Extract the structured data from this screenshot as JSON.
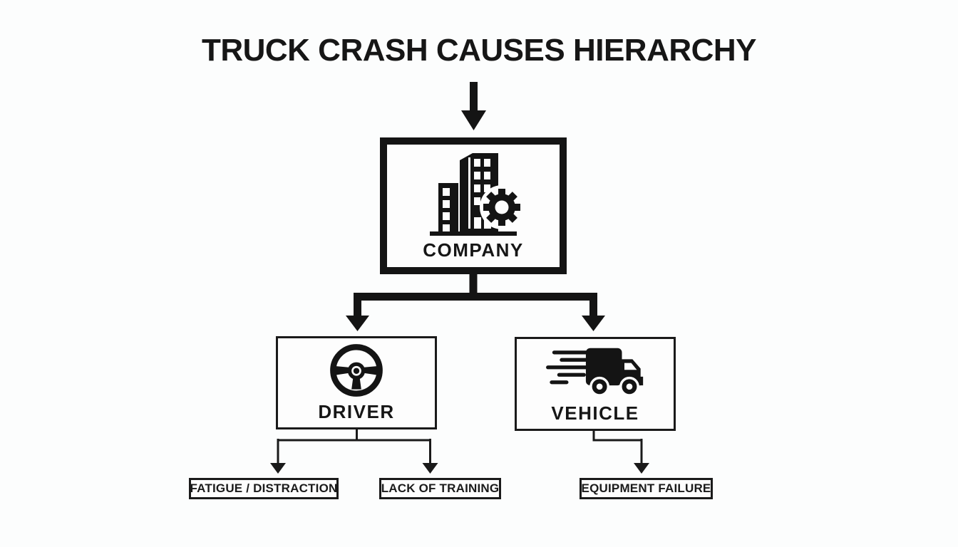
{
  "page": {
    "background_color": "#fcfdfd",
    "ink_color": "#141414"
  },
  "diagram": {
    "title": "TRUCK CRASH CAUSES HIERARCHY",
    "root": {
      "label": "COMPANY",
      "icon": "building-gear-icon"
    },
    "children": [
      {
        "label": "DRIVER",
        "icon": "steering-wheel-icon",
        "leaves": [
          "FATIGUE / DISTRACTION",
          "LACK OF TRAINING"
        ]
      },
      {
        "label": "VEHICLE",
        "icon": "speeding-truck-icon",
        "leaves": [
          "EQUIPMENT FAILURE"
        ]
      }
    ]
  }
}
